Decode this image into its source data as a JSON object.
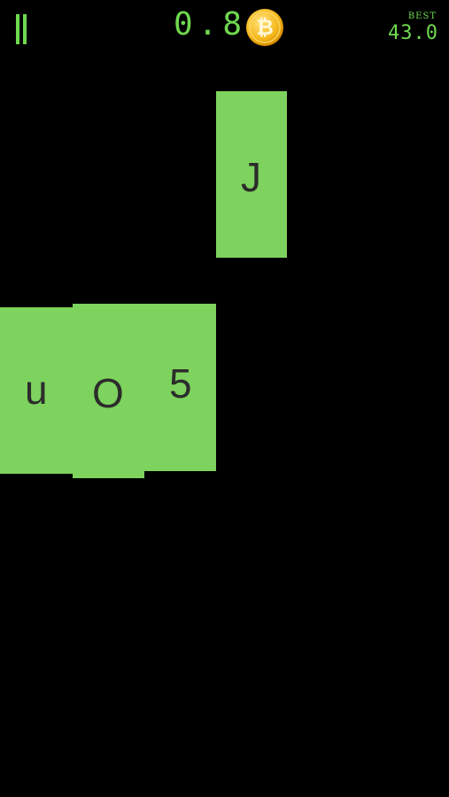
{
  "hud": {
    "score": "0.8",
    "best_label": "BEST",
    "best_value": "43.0",
    "coin_icon": "bitcoin-coin-icon",
    "pause_icon": "pause-icon"
  },
  "tiles": [
    {
      "id": "J",
      "letter": "J"
    },
    {
      "id": "u",
      "letter": "u"
    },
    {
      "id": "O",
      "letter": "O"
    },
    {
      "id": "5",
      "letter": "5"
    }
  ],
  "colors": {
    "background": "#000000",
    "accent": "#6fd94f",
    "tile": "#7dd35d",
    "tile_text": "#2c2c2c",
    "coin": "#f2a900"
  }
}
